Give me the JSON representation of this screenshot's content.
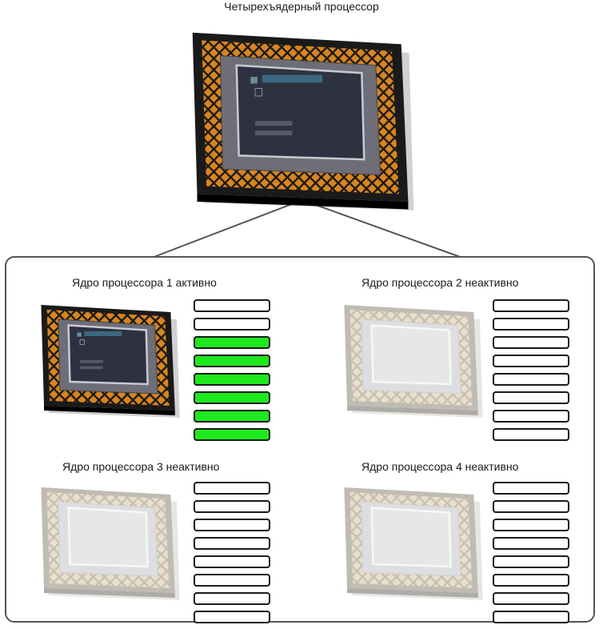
{
  "title": "Четырехъядерный процессор",
  "cores": [
    {
      "label": "Ядро процессора 1 активно",
      "active": true,
      "load_segments_lit": 6,
      "segments_total": 8
    },
    {
      "label": "Ядро процессора 2 неактивно",
      "active": false,
      "load_segments_lit": 0,
      "segments_total": 8
    },
    {
      "label": "Ядро процессора 3 неактивно",
      "active": false,
      "load_segments_lit": 0,
      "segments_total": 8
    },
    {
      "label": "Ядро процессора 4 неактивно",
      "active": false,
      "load_segments_lit": 0,
      "segments_total": 8
    }
  ],
  "colors": {
    "active_segment": "#1ee81e",
    "active_chip_frame": "#d9851e",
    "inactive_chip_frame": "#d9c6a2"
  }
}
